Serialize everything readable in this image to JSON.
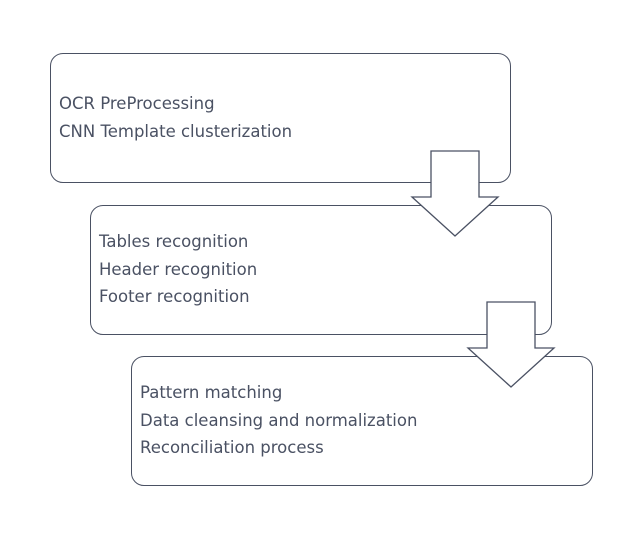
{
  "diagram": {
    "colors": {
      "stroke": "#4a5163",
      "text": "#4a5163",
      "fill": "#ffffff"
    },
    "steps": [
      {
        "lines": [
          "OCR PreProcessing",
          "CNN Template clusterization"
        ]
      },
      {
        "lines": [
          "Tables recognition",
          "Header recognition",
          "Footer recognition"
        ]
      },
      {
        "lines": [
          "Pattern matching",
          "Data cleansing and normalization",
          "Reconciliation process"
        ]
      }
    ]
  }
}
